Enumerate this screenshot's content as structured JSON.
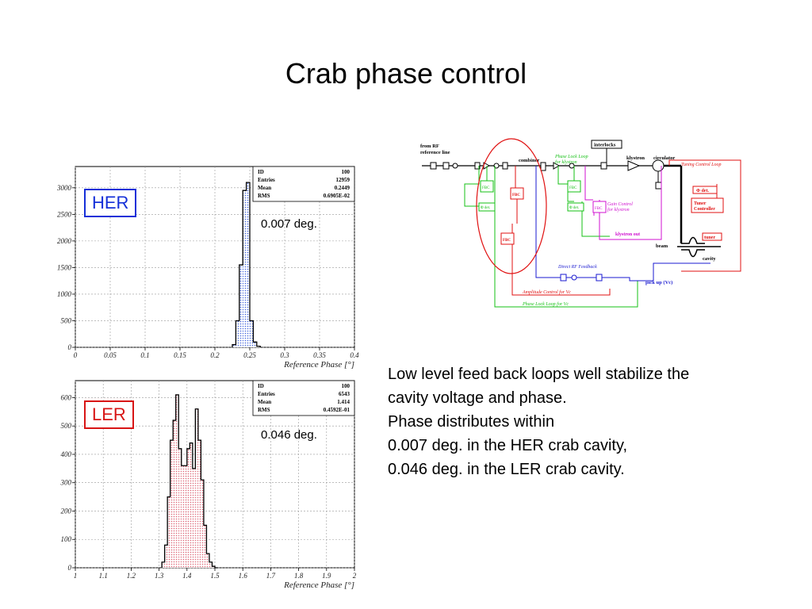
{
  "page": {
    "title": "Crab phase control"
  },
  "her": {
    "tag": "HER",
    "note": "0.007 deg.",
    "tag_color": "#1530d8"
  },
  "ler": {
    "tag": "LER",
    "note": "0.046 deg.",
    "tag_color": "#d81515"
  },
  "description": {
    "lines": [
      "Low level feed back loops well stabilize the",
      "cavity voltage and phase.",
      "Phase distributes within",
      "0.007 deg. in the HER crab cavity,",
      "0.046 deg. in the LER crab cavity."
    ]
  },
  "chart_data": [
    {
      "type": "bar",
      "name": "HER",
      "xlabel": "Reference Phase [°]",
      "xlim": [
        0,
        0.4
      ],
      "ylim": [
        0,
        3400
      ],
      "xticks": [
        0,
        0.05,
        0.1,
        0.15,
        0.2,
        0.25,
        0.3,
        0.35,
        0.4
      ],
      "xtick_labels": [
        "0",
        "0.05",
        "0.1",
        "0.15",
        "0.2",
        "0.25",
        "0.3",
        "0.35",
        "0.4"
      ],
      "yticks": [
        0,
        500,
        1000,
        1500,
        2000,
        2500,
        3000
      ],
      "grid": true,
      "bin_width": 0.005,
      "bin_starts": [
        0.225,
        0.23,
        0.235,
        0.24,
        0.245,
        0.25,
        0.255,
        0.26
      ],
      "values": [
        50,
        500,
        1550,
        2950,
        3100,
        500,
        100,
        20
      ],
      "fill": "#4466dd",
      "stats": [
        {
          "label": "ID",
          "value": "100"
        },
        {
          "label": "Entries",
          "value": "12959"
        },
        {
          "label": "Mean",
          "value": "0.2449"
        },
        {
          "label": "RMS",
          "value": "0.6905E-02"
        }
      ]
    },
    {
      "type": "bar",
      "name": "LER",
      "xlabel": "Reference Phase [°]",
      "xlim": [
        1,
        2
      ],
      "ylim": [
        0,
        660
      ],
      "xticks": [
        1,
        1.1,
        1.2,
        1.3,
        1.4,
        1.5,
        1.6,
        1.7,
        1.8,
        1.9,
        2
      ],
      "xtick_labels": [
        "1",
        "1.1",
        "1.2",
        "1.3",
        "1.4",
        "1.5",
        "1.6",
        "1.7",
        "1.8",
        "1.9",
        "2"
      ],
      "yticks": [
        0,
        100,
        200,
        300,
        400,
        500,
        600
      ],
      "grid": true,
      "bin_width": 0.01,
      "bin_starts": [
        1.31,
        1.32,
        1.33,
        1.34,
        1.35,
        1.36,
        1.37,
        1.38,
        1.39,
        1.4,
        1.41,
        1.42,
        1.43,
        1.44,
        1.45,
        1.46,
        1.47,
        1.48,
        1.49,
        1.5
      ],
      "values": [
        20,
        80,
        250,
        450,
        520,
        610,
        420,
        360,
        360,
        420,
        440,
        350,
        560,
        450,
        310,
        150,
        50,
        20,
        5,
        0
      ],
      "fill": "#dd6677",
      "stats": [
        {
          "label": "ID",
          "value": "100"
        },
        {
          "label": "Entries",
          "value": "6543"
        },
        {
          "label": "Mean",
          "value": "1.414"
        },
        {
          "label": "RMS",
          "value": "0.4592E-01"
        }
      ]
    }
  ],
  "diagram": {
    "labels": {
      "from_rf": "from RF",
      "ref_line": "reference line",
      "combiner": "combiner",
      "pll_klystron_1": "Phase Lock Loop",
      "pll_klystron_2": "for klystron",
      "interlocks": "interlocks",
      "klystron": "klystron",
      "circulator": "circulator",
      "tuning": "Tuning Control Loop",
      "det": "Φ det.",
      "tuner_ctrl_1": "Tuner",
      "tuner_ctrl_2": "Controller",
      "gain_1": "Gain Control",
      "gain_2": "for klystron",
      "klystron_out": "klystron out",
      "beam": "beam",
      "tuner": "tuner",
      "cavity": "cavity",
      "direct_rf": "Direct RF Feedback",
      "pickup": "pick up (Vc)",
      "amp_ctrl": "Amplitude Control for Vc",
      "pll_vc": "Phase Lock Loop for Vc",
      "fbc": "FBC"
    }
  }
}
